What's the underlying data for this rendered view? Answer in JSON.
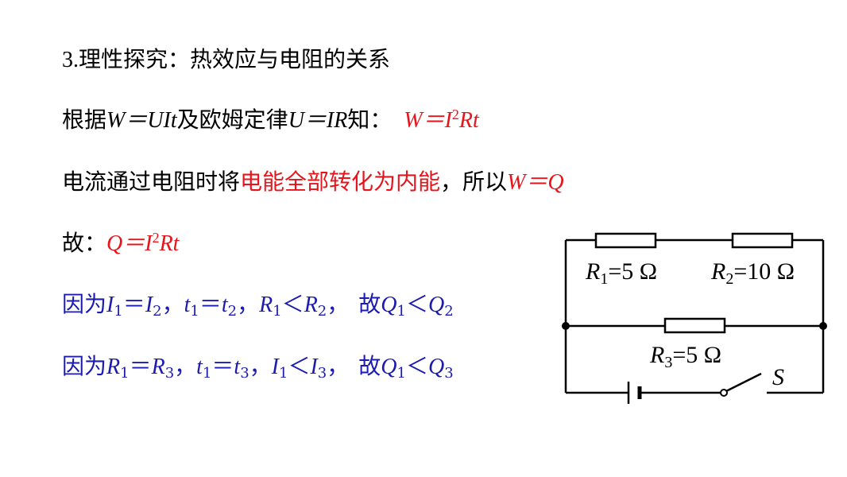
{
  "heading": {
    "number": "3.",
    "text": "理性探究：热效应与电阻的关系"
  },
  "line1": {
    "prefix": "根据",
    "eq1": "W＝UIt",
    "mid": "及欧姆定律",
    "eq2": "U＝IR",
    "suffix": "知：",
    "result_a": "W＝I",
    "result_sup": "2",
    "result_b": "Rt"
  },
  "line2": {
    "prefix": "电流通过电阻时将",
    "highlight": "电能全部转化为内能",
    "mid": "，所以",
    "eq": "W＝Q"
  },
  "line3": {
    "prefix": "故：",
    "result_a": "Q＝I",
    "result_sup": "2",
    "result_b": "Rt"
  },
  "line4": {
    "t1": "因为",
    "v1": "I",
    "s1": "1",
    "op1": "＝",
    "v2": "I",
    "s2": "2",
    "sep1": "，",
    "v3": "t",
    "s3": "1",
    "op2": "＝",
    "v4": "t",
    "s4": "2",
    "sep2": "，",
    "v5": "R",
    "s5": "1",
    "op3": "＜",
    "v6": "R",
    "s6": "2",
    "sep3": "，",
    "t2": "故",
    "v7": "Q",
    "s7": "1",
    "op4": "＜",
    "v8": "Q",
    "s8": "2"
  },
  "line5": {
    "t1": "因为",
    "v1": "R",
    "s1": "1",
    "op1": "＝",
    "v2": "R",
    "s2": "3",
    "sep1": "，",
    "v3": "t",
    "s3": "1",
    "op2": "＝",
    "v4": "t",
    "s4": "3",
    "sep2": "，",
    "v5": "I",
    "s5": "1",
    "op3": "＜",
    "v6": "I",
    "s6": "3",
    "sep3": "，",
    "t2": "故",
    "v7": "Q",
    "s7": "1",
    "op4": "＜",
    "v8": "Q",
    "s8": "3"
  },
  "circuit": {
    "r1": {
      "sym": "R",
      "sub": "1",
      "val": "=5 Ω"
    },
    "r2": {
      "sym": "R",
      "sub": "2",
      "val": "=10 Ω"
    },
    "r3": {
      "sym": "R",
      "sub": "3",
      "val": "=5 Ω"
    },
    "switch": "S"
  },
  "colors": {
    "text": "#000000",
    "highlight": "#e8141b",
    "conclusion": "#1b1bb0"
  }
}
